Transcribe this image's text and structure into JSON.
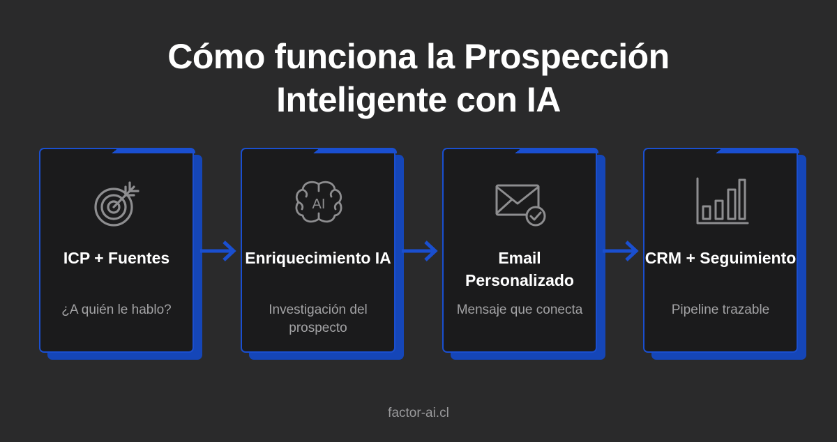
{
  "title": {
    "line1": "Cómo funciona la Prospección",
    "line2": "Inteligente con IA"
  },
  "steps": [
    {
      "icon": "target-icon",
      "title": "ICP + Fuentes",
      "subtitle": "¿A quién le hablo?"
    },
    {
      "icon": "ai-brain-icon",
      "title": "Enriquecimiento IA",
      "subtitle": "Investigación del prospecto"
    },
    {
      "icon": "email-check-icon",
      "title": "Email Personalizado",
      "subtitle": "Mensaje que conecta"
    },
    {
      "icon": "bar-chart-icon",
      "title": "CRM + Seguimiento",
      "subtitle": "Pipeline trazable"
    }
  ],
  "footer": "factor-ai.cl",
  "colors": {
    "background": "#2a2a2b",
    "card": "#1b1b1c",
    "accent": "#1a4fd0",
    "icon": "#8e8e90"
  }
}
